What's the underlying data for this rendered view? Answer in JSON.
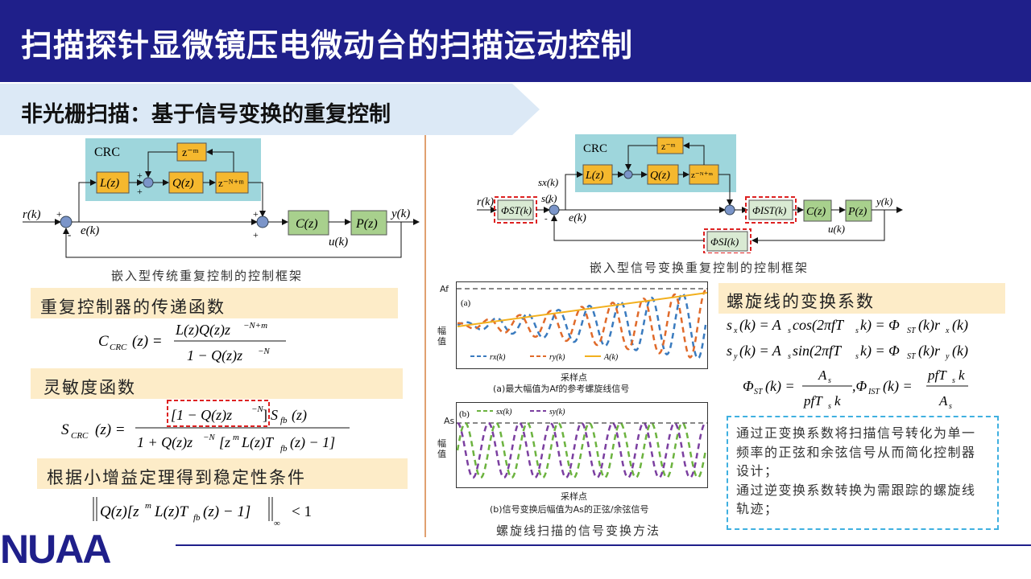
{
  "page": {
    "title": "扫描探针显微镜压电微动台的扫描运动控制",
    "subtitle": "非光栅扫描：基于信号变换的重复控制",
    "logo_text": "NUAA"
  },
  "left": {
    "diagram": {
      "crc_label": "CRC",
      "blocks": {
        "zm": "z⁻ᵐ",
        "L": "L(z)",
        "Q": "Q(z)",
        "zNm": "z⁻ᴺ⁺ᵐ",
        "C": "C(z)",
        "P": "P(z)"
      },
      "signals": {
        "r": "r(k)",
        "e": "e(k)",
        "u": "u(k)",
        "y": "y(k)"
      }
    },
    "caption": "嵌入型传统重复控制的控制框架",
    "sec1": "重复控制器的传递函数",
    "sec2": "灵敏度函数",
    "sec3": "根据小增益定理得到稳定性条件"
  },
  "right": {
    "diagram": {
      "crc_label": "CRC",
      "blocks": {
        "phi_st": "ΦST(k)",
        "phi_ist": "ΦIST(k)",
        "phi_si": "ΦSI(k)"
      },
      "signals": {
        "sx": "sx(k)",
        "s": "s(k)"
      }
    },
    "caption": "嵌入型信号变换重复控制的控制框架",
    "chart_a": {
      "panel": "(a)",
      "ylabel": "幅值",
      "xlabel": "采样点",
      "legend": [
        "rx(k)",
        "ry(k)",
        "A(k)"
      ],
      "amp_label": "Af",
      "caption": "(a)最大幅值为Af的参考螺旋线信号"
    },
    "chart_b": {
      "panel": "(b)",
      "ylabel": "幅值",
      "xlabel": "采样点",
      "legend": [
        "sx(k)",
        "sy(k)"
      ],
      "amp_label": "As",
      "caption": "(b)信号变换后幅值为As的正弦/余弦信号"
    },
    "method_caption": "螺旋线扫描的信号变换方法",
    "sec_coef": "螺旋线的变换系数",
    "note": "通过正变换系数将扫描信号转化为单一频率的正弦和余弦信号从而简化控制器设计；\n通过逆变换系数转换为需跟踪的螺旋线轨迹；"
  },
  "colors": {
    "title_bg": "#1f1f8a",
    "block_orange": "#f5b82e",
    "block_green": "#a8d08d",
    "crc_bg": "#9ed6dc",
    "band": "#fdecc8",
    "rx": "#3a7bbf",
    "ry": "#e06a2a",
    "A": "#f2b01e",
    "sx": "#6cb33f",
    "sy": "#7b3fa0"
  }
}
